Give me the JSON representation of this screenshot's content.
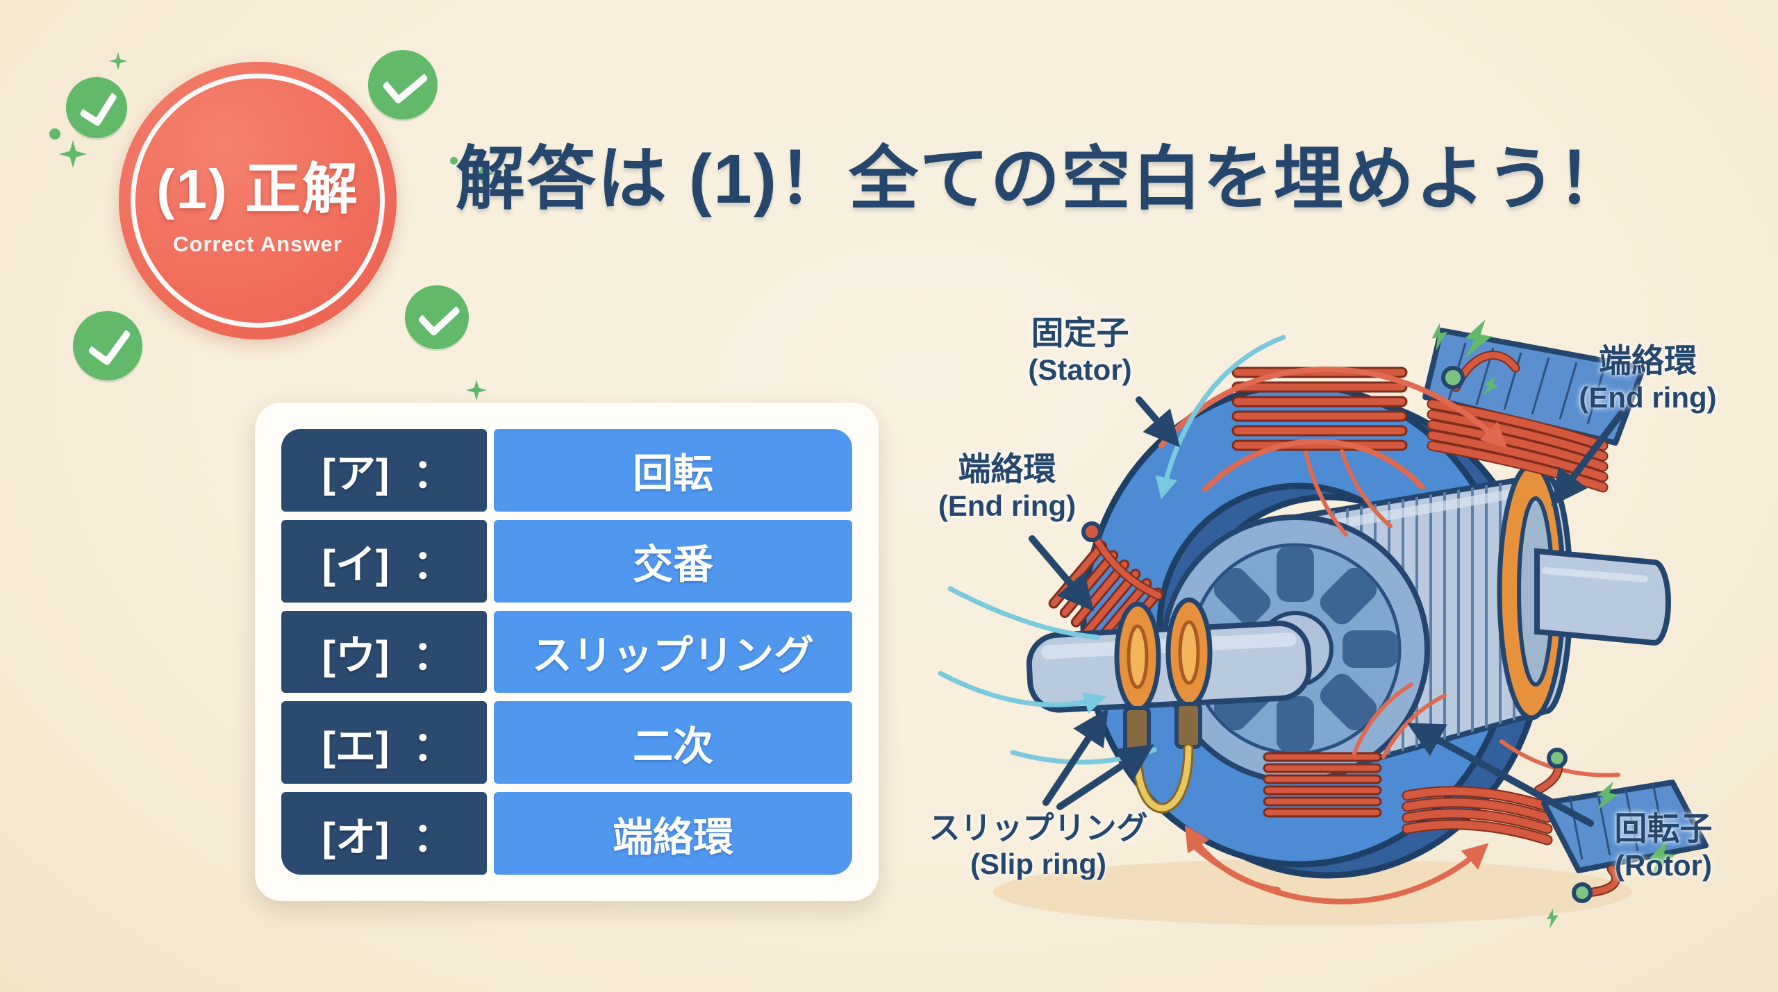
{
  "title": "解答は (1)！全ての空白を埋めよう！",
  "badge": {
    "label_jp": "(1) 正解",
    "label_en": "Correct Answer"
  },
  "icons": {
    "check": "✓",
    "sparkle": "✦",
    "lightning": "⚡"
  },
  "answer_table": {
    "rows": [
      {
        "key": "[ア]",
        "colon": "：",
        "value": "回転"
      },
      {
        "key": "[イ]",
        "colon": "：",
        "value": "交番"
      },
      {
        "key": "[ウ]",
        "colon": "：",
        "value": "スリップリング"
      },
      {
        "key": "[エ]",
        "colon": "：",
        "value": "二次"
      },
      {
        "key": "[オ]",
        "colon": "：",
        "value": "端絡環"
      }
    ]
  },
  "diagram": {
    "labels": {
      "stator": {
        "jp": "固定子",
        "en": "(Stator)"
      },
      "end_ring_left": {
        "jp": "端絡環",
        "en": "(End ring)"
      },
      "end_ring_right": {
        "jp": "端絡環",
        "en": "(End ring)"
      },
      "slip_ring": {
        "jp": "スリップリング",
        "en": "(Slip ring)"
      },
      "rotor": {
        "jp": "回転子",
        "en": "(Rotor)"
      }
    }
  },
  "colors": {
    "bg": "#f7eedb",
    "navy": "#25476d",
    "badge-red": "#ef6a58",
    "check-green": "#62b96a",
    "table-dark": "#2a4a70",
    "table-blue": "#4f97ef",
    "card-white": "#fffdf8",
    "ring-orange": "#e8913c",
    "coil-red": "#d4593e",
    "steel": "#b9cadf",
    "stator-blue": "#4e8bd5",
    "cyan": "#79c9df",
    "shadow-tan": "#f2debc"
  }
}
